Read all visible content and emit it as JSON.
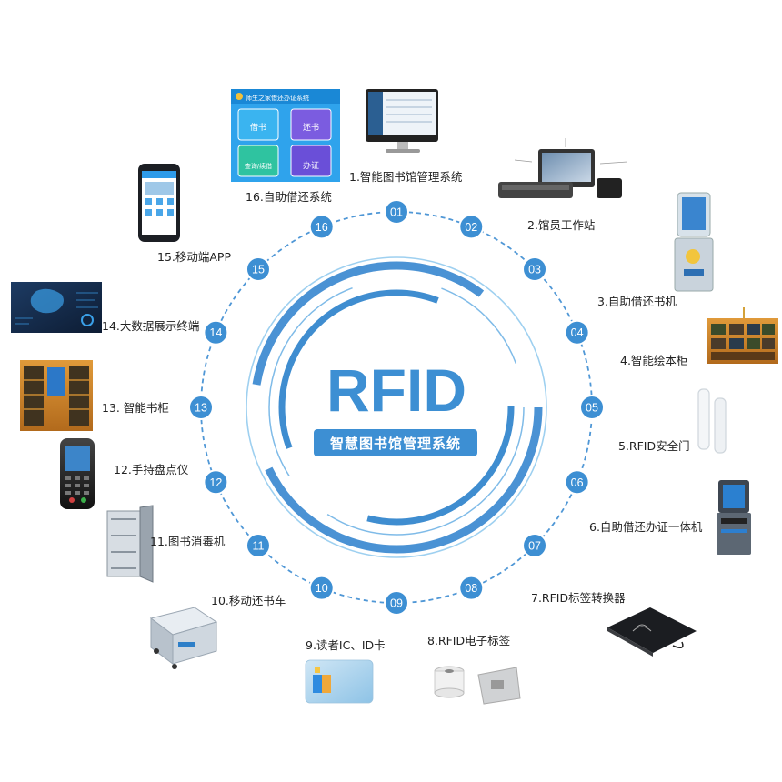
{
  "center": {
    "title": "RFID",
    "subtitle": "智慧图书馆管理系统"
  },
  "nodes": [
    {
      "num": "01",
      "label": "1.智能图书馆管理系统",
      "icon": "desktop-monitor-icon"
    },
    {
      "num": "02",
      "label": "2.馆员工作站",
      "icon": "librarian-workstation-icon"
    },
    {
      "num": "03",
      "label": "3.自助借还书机",
      "icon": "self-service-kiosk-icon"
    },
    {
      "num": "04",
      "label": "4.智能绘本柜",
      "icon": "picture-book-cabinet-icon"
    },
    {
      "num": "05",
      "label": "5.RFID安全门",
      "icon": "security-gate-icon"
    },
    {
      "num": "06",
      "label": "6.自助借还办证一体机",
      "icon": "card-issuing-kiosk-icon"
    },
    {
      "num": "07",
      "label": "7.RFID标签转换器",
      "icon": "tag-converter-pad-icon"
    },
    {
      "num": "08",
      "label": "8.RFID电子标签",
      "icon": "rfid-tag-rolls-icon"
    },
    {
      "num": "09",
      "label": "9.读者IC、ID卡",
      "icon": "reader-card-icon"
    },
    {
      "num": "10",
      "label": "10.移动还书车",
      "icon": "return-cart-icon"
    },
    {
      "num": "11",
      "label": "11.图书消毒机",
      "icon": "sterilizer-cabinet-icon"
    },
    {
      "num": "12",
      "label": "12.手持盘点仪",
      "icon": "handheld-scanner-icon"
    },
    {
      "num": "13",
      "label": "13. 智能书柜",
      "icon": "smart-bookcase-icon"
    },
    {
      "num": "14",
      "label": "14.大数据展示终端",
      "icon": "big-data-screen-icon"
    },
    {
      "num": "15",
      "label": "15.移动端APP",
      "icon": "smartphone-app-icon"
    },
    {
      "num": "16",
      "label": "16.自助借还系统",
      "icon": "self-service-app-icon"
    }
  ],
  "app_screen": {
    "header": "师生之家借还办证系统",
    "tiles": [
      "借书",
      "还书",
      "查询/续借",
      "办证"
    ]
  },
  "colors": {
    "ring": "#4f97d6",
    "ring_light": "#8cc2ec",
    "node_fill": "#3d8fd3",
    "title": "#3d8fd3",
    "banner": "#3d8fd3"
  }
}
